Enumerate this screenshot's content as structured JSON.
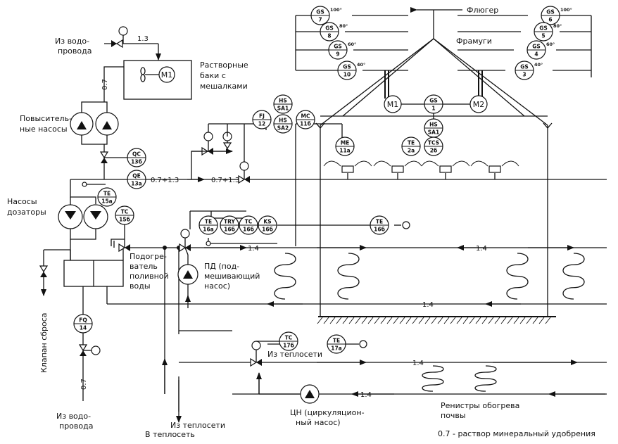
{
  "labels": {
    "water_top_1": "Из водо-",
    "water_top_2": "провода",
    "tanks_1": "Растворные",
    "tanks_2": "баки с",
    "tanks_3": "мешалками",
    "booster_1": "Повыситель-",
    "booster_2": "ные насосы",
    "dosing_1": "Насосы",
    "dosing_2": "дозаторы",
    "heater_1": "Подогре-",
    "heater_2": "ватель",
    "heater_3": "поливной",
    "heater_4": "воды",
    "pd_1": "ПД (под-",
    "pd_2": "мешивающий",
    "pd_3": "насос)",
    "drain": "Клапан сброса",
    "water_bot_1": "Из водо-",
    "water_bot_2": "провода",
    "heat_in_1": "Из теплосети",
    "heat_in_2": "Из теплосети",
    "heat_out": "В теплосеть",
    "cn_1": "ЦН (циркуляцион-",
    "cn_2": "ный насос)",
    "registers_1": "Ренистры обогрева",
    "registers_2": "почвы",
    "legend": "0.7 - раствор минеральный удобрения",
    "flugger": "Флюгер",
    "vents": "Фрамуги",
    "m1": "M1",
    "m2": "M2"
  },
  "lines": {
    "l13": "1.3",
    "l07_top": "0.7",
    "l0713_a": "0.7+1.3",
    "l0713_b": "0.7+1.3",
    "l14_a": "1.4",
    "l14_b": "1.4",
    "l14_c": "1.4",
    "l14_d": "1.4",
    "l14_e": "1.4",
    "l07_bot": "0.7"
  },
  "instruments": {
    "gs7": {
      "top": "GS",
      "bot": "7",
      "deg": "100°"
    },
    "gs8": {
      "top": "GS",
      "bot": "8",
      "deg": "80°"
    },
    "gs9": {
      "top": "GS",
      "bot": "9",
      "deg": "60°"
    },
    "gs10": {
      "top": "GS",
      "bot": "10",
      "deg": "40°"
    },
    "gs6": {
      "top": "GS",
      "bot": "6",
      "deg": "100°"
    },
    "gs5": {
      "top": "GS",
      "bot": "5",
      "deg": "80°"
    },
    "gs4": {
      "top": "GS",
      "bot": "4",
      "deg": "60°"
    },
    "gs3": {
      "top": "GS",
      "bot": "3",
      "deg": "40°"
    },
    "gs1": {
      "top": "GS",
      "bot": "1"
    },
    "hs_sa1_top": {
      "top": "HS",
      "bot": "SA1"
    },
    "hs_sa1_low": {
      "top": "HS",
      "bot": "SA1"
    },
    "hs_sa2": {
      "top": "HS",
      "bot": "SA2"
    },
    "fj12": {
      "top": "FJ",
      "bot": "12"
    },
    "mc11b": {
      "top": "MC",
      "bot": "11б"
    },
    "me11a": {
      "top": "ME",
      "bot": "11a"
    },
    "te2a": {
      "top": "TE",
      "bot": "2a"
    },
    "tcs2b": {
      "top": "TCS",
      "bot": "2б"
    },
    "qc13b": {
      "top": "QC",
      "bot": "13б"
    },
    "qe13a": {
      "top": "QE",
      "bot": "13a"
    },
    "te15a": {
      "top": "TE",
      "bot": "15a"
    },
    "tc15b": {
      "top": "TC",
      "bot": "15б"
    },
    "te16a": {
      "top": "TE",
      "bot": "16a"
    },
    "try16b": {
      "top": "TRY",
      "bot": "16б"
    },
    "tc16b": {
      "top": "TC",
      "bot": "16б"
    },
    "ks16b": {
      "top": "KS",
      "bot": "16б"
    },
    "te16b": {
      "top": "TE",
      "bot": "16б"
    },
    "tc17b": {
      "top": "TC",
      "bot": "17б"
    },
    "te17a": {
      "top": "TE",
      "bot": "17a"
    },
    "fq14": {
      "top": "FQ",
      "bot": "14"
    }
  }
}
